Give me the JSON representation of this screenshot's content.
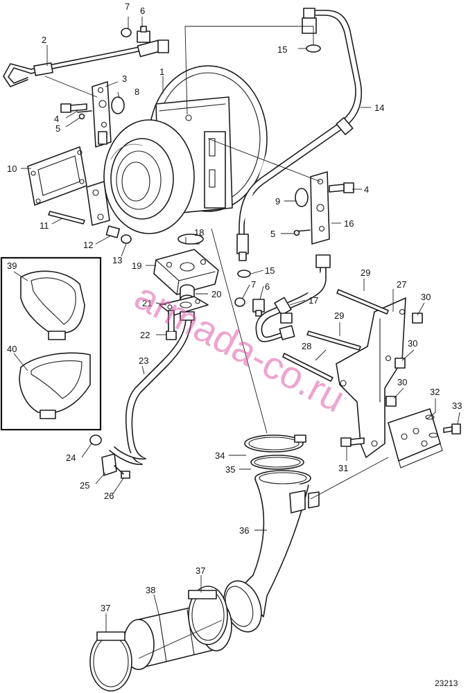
{
  "drawing_number": "23213",
  "watermark": "armada-co.ru",
  "callouts": [
    "1",
    "2",
    "3",
    "4",
    "4",
    "5",
    "5",
    "6",
    "6",
    "7",
    "7",
    "8",
    "9",
    "10",
    "11",
    "12",
    "13",
    "14",
    "15",
    "15",
    "16",
    "17",
    "18",
    "19",
    "20",
    "21",
    "22",
    "23",
    "24",
    "25",
    "26",
    "27",
    "28",
    "29",
    "29",
    "30",
    "30",
    "30",
    "31",
    "32",
    "33",
    "34",
    "35",
    "36",
    "37",
    "37",
    "38",
    "39",
    "40"
  ],
  "colors": {
    "line": "#1a1a1a",
    "watermark": "#e05aa6",
    "background": "#ffffff"
  }
}
